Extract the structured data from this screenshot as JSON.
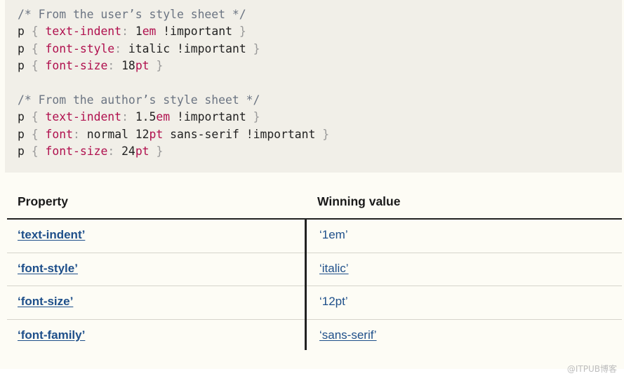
{
  "code": {
    "user_comment": "/* From the user’s style sheet */",
    "author_comment": "/* From the author’s style sheet */",
    "user_rules": [
      {
        "sel": "p",
        "prop": "text-indent",
        "num": "1",
        "unit": "em",
        "rest": " !important"
      },
      {
        "sel": "p",
        "prop": "font-style",
        "num": "",
        "unit": "",
        "rest": " italic !important"
      },
      {
        "sel": "p",
        "prop": "font-size",
        "num": "18",
        "unit": "pt",
        "rest": ""
      }
    ],
    "author_rules": [
      {
        "sel": "p",
        "prop": "text-indent",
        "num": "1.5",
        "unit": "em",
        "rest": " !important"
      },
      {
        "sel": "p",
        "prop": "font",
        "num": "",
        "unit": "",
        "rest": " normal 12",
        "unit2": "pt",
        "rest2": " sans-serif !important"
      },
      {
        "sel": "p",
        "prop": "font-size",
        "num": "24",
        "unit": "pt",
        "rest": ""
      }
    ]
  },
  "table": {
    "headers": [
      "Property",
      "Winning value"
    ],
    "rows": [
      {
        "property": "‘text-indent’",
        "value": "‘1em’"
      },
      {
        "property": "‘font-style’",
        "value": "‘italic’"
      },
      {
        "property": "‘font-size’",
        "value": "‘12pt’"
      },
      {
        "property": "‘font-family’",
        "value": "‘sans-serif’"
      }
    ]
  },
  "watermark": "@ITPUB博客"
}
